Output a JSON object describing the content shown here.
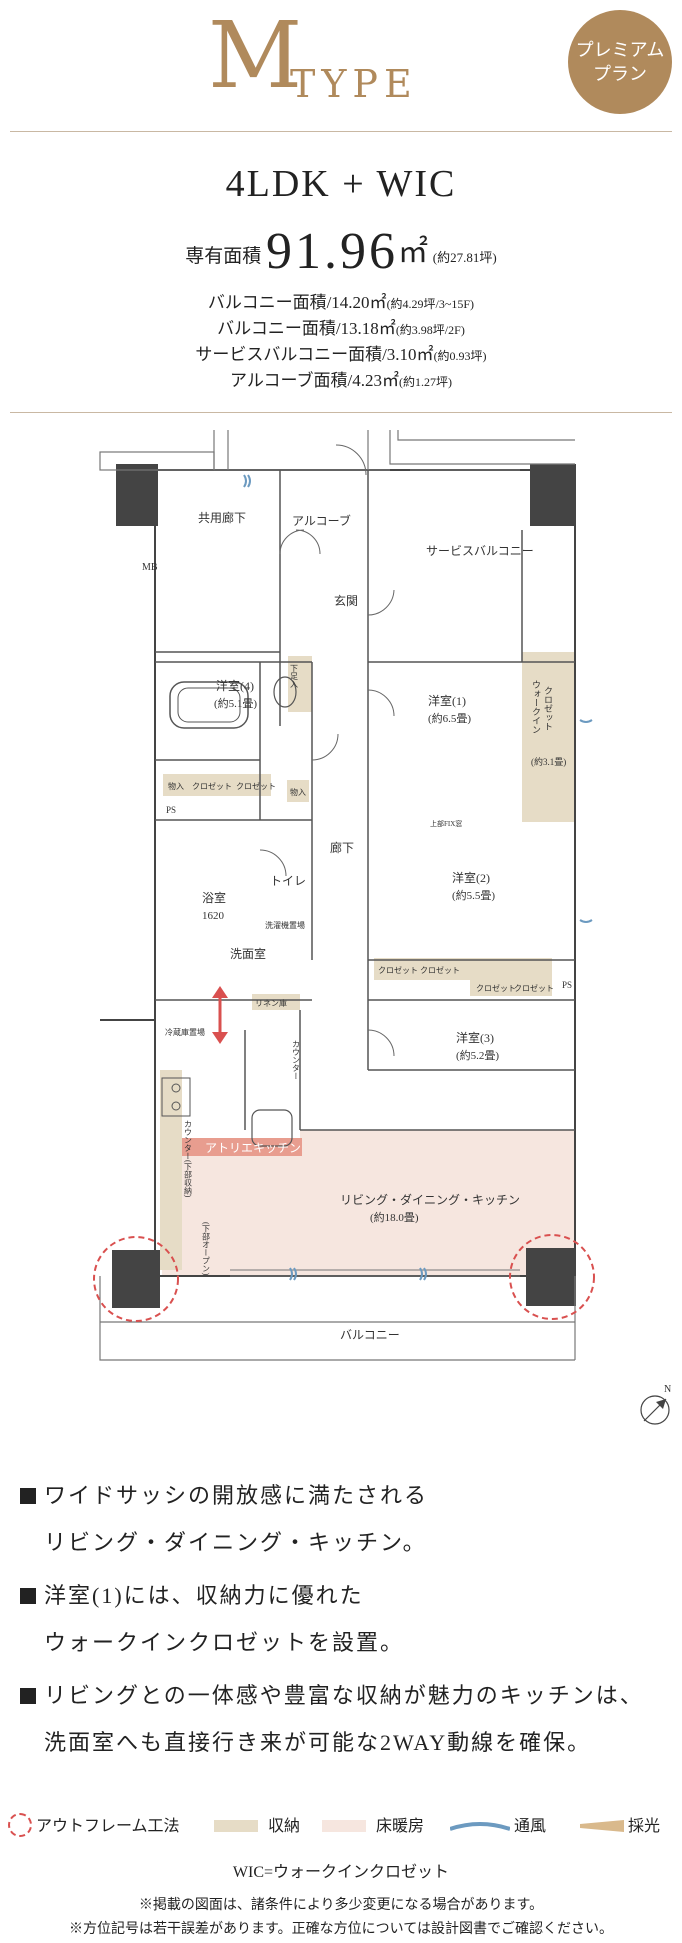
{
  "header": {
    "title_letter": "M",
    "title_word": "TYPE",
    "badge_line1": "プレミアム",
    "badge_line2": "プラン"
  },
  "summary": {
    "plan_name": "4LDK + WIC",
    "area_label": "専有面積",
    "area_value": "91.96",
    "area_unit": "㎡",
    "area_tsubo": "(約27.81坪)",
    "balcony_1": "バルコニー面積/14.20㎡",
    "balcony_1_note": "(約4.29坪/3~15F)",
    "balcony_2": "バルコニー面積/13.18㎡",
    "balcony_2_note": "(約3.98坪/2F)",
    "service_balcony": "サービスバルコニー面積/3.10㎡",
    "service_balcony_note": "(約0.93坪)",
    "alcove": "アルコーブ面積/4.23㎡",
    "alcove_note": "(約1.27坪)"
  },
  "floorplan": {
    "shared_corridor": "共用廊下",
    "alcove": "アルコーブ",
    "service_balcony": "サービスバルコニー",
    "mb": "MB",
    "entrance": "玄関",
    "shoe_box": "下足入",
    "room4": "洋室(4)",
    "room4_size": "(約5.1畳)",
    "room1": "洋室(1)",
    "room1_size": "(約6.5畳)",
    "wic_label1": "ウォークイン",
    "wic_label2": "クロゼット",
    "wic_size": "(約3.1畳)",
    "storage": "物入",
    "closet": "クロゼット",
    "ps": "PS",
    "fix_window": "上部FIX窓",
    "hallway": "廊下",
    "toilet": "トイレ",
    "room2": "洋室(2)",
    "room2_size": "(約5.5畳)",
    "bath": "浴室",
    "bath_size": "1620",
    "washer": "洗濯機置場",
    "washroom": "洗面室",
    "linen": "リネン庫",
    "room3": "洋室(3)",
    "room3_size": "(約5.2畳)",
    "fridge": "冷蔵庫置場",
    "counter": "カウンター",
    "counter_lower": "カウンター(下部収納)",
    "lower_open": "(下部オープン)",
    "atelier_kitchen": "アトリエキッチン",
    "ldk": "リビング・ダイニング・キッチン",
    "ldk_size": "(約18.0畳)",
    "balcony": "バルコニー",
    "compass": "N"
  },
  "features": [
    "ワイドサッシの開放感に満たされる",
    "リビング・ダイニング・キッチン。",
    "洋室(1)には、収納力に優れた",
    "ウォークインクロゼットを設置。",
    "リビングとの一体感や豊富な収納が魅力のキッチンは、",
    "洗面室へも直接行き来が可能な2WAY動線を確保。"
  ],
  "legend": {
    "outframe": "アウトフレーム工法",
    "storage": "収納",
    "floor_heating": "床暖房",
    "ventilation": "通風",
    "daylight": "採光",
    "wic_note": "WIC=ウォークインクロゼット"
  },
  "notes": {
    "note1": "※掲載の図面は、諸条件により多少変更になる場合があります。",
    "note2": "※方位記号は若干誤差があります。正確な方位については設計図書でご確認ください。"
  },
  "colors": {
    "gold": "#b08a5c",
    "storage_fill": "#e6dcc6",
    "floor_heating_fill": "#f6e6df",
    "outframe_circle": "#d9504f",
    "ventilation": "#6c9ac0",
    "daylight": "#d9b98c"
  }
}
